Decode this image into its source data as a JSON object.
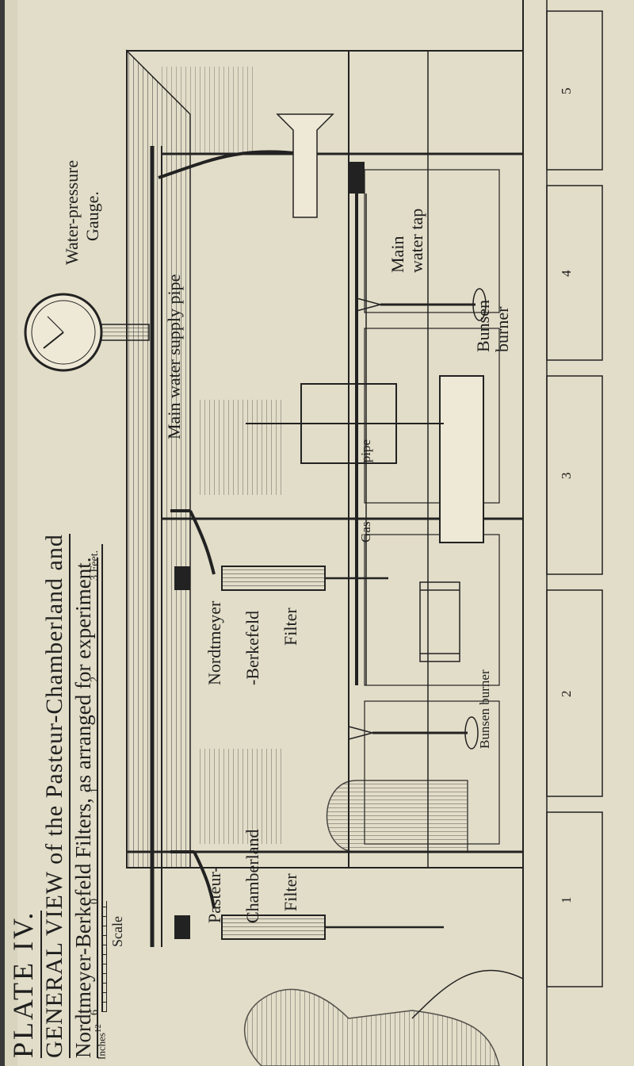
{
  "plate_title": "PLATE IV.",
  "heading_line1": "GENERAL VIEW of the Pasteur-Chamberland and",
  "heading_line2": "Nordtmeyer-Berkefeld Filters, as arranged for experiment.",
  "scale": {
    "caption": "Scale",
    "inches_label": "Inches",
    "inches_value": "12",
    "ticks": [
      "6",
      "0",
      "1",
      "2",
      "3 Feet."
    ]
  },
  "labels": {
    "gauge": [
      "Water-pressure",
      "Gauge."
    ],
    "main_tap": [
      "Main",
      "water tap"
    ],
    "bunsen_right": [
      "Bunsen",
      "burner"
    ],
    "main_supply": "Main water supply pipe",
    "gas_pipe": [
      "Gas",
      "pipe"
    ],
    "nordtmeyer": [
      "Nordtmeyer",
      "-Berkefeld",
      "Filter"
    ],
    "pasteur": [
      "Pasteur-",
      "Chamberland",
      "Filter"
    ],
    "bunsen_left": "Bunsen burner"
  },
  "drawer_marks": [
    "1",
    "2",
    "3",
    "4",
    "5"
  ],
  "colors": {
    "paper": "#e2ddc8",
    "ink": "#1e1e1e",
    "binding": "#3a3a3a"
  }
}
